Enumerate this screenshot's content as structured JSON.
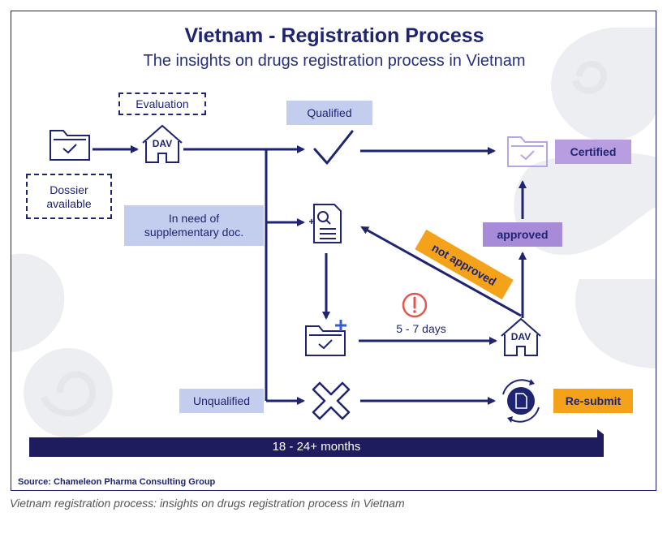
{
  "title": "Vietnam - Registration Process",
  "subtitle": "The insights on drugs registration process in Vietnam",
  "labels": {
    "evaluation": "Evaluation",
    "dossier_line1": "Dossier",
    "dossier_line2": "available",
    "qualified": "Qualified",
    "certified": "Certified",
    "supplementary_line1": "In need of",
    "supplementary_line2": "supplementary doc.",
    "approved": "approved",
    "not_approved": "not approved",
    "days": "5 - 7 days",
    "unqualified": "Unqualified",
    "resubmit": "Re-submit",
    "dav": "DAV",
    "timeline": "18 - 24+ months"
  },
  "source": "Source:  Chameleon Pharma Consulting Group",
  "caption": "Vietnam registration process: insights on drugs registration process in Vietnam",
  "icons": [
    "folder-check-icon",
    "dav-building-icon",
    "checkmark-icon",
    "folder-certified-icon",
    "document-search-icon",
    "folder-plus-icon",
    "alert-icon",
    "cross-icon",
    "resubmit-cycle-icon"
  ],
  "colors": {
    "navy": "#1e2471",
    "blue_box": "#c3cdee",
    "purple_box": "#b89ee0",
    "orange_box": "#f5a21b",
    "alert_red": "#e0574f",
    "faded_purple": "#b9a3e3"
  }
}
